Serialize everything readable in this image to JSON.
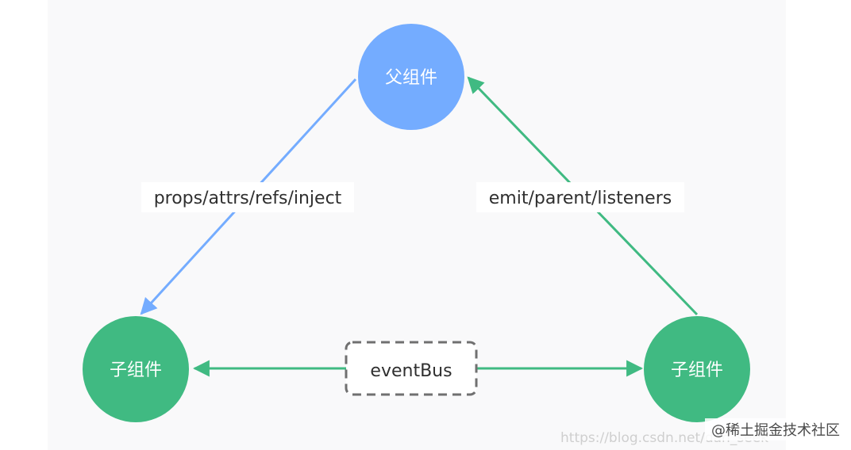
{
  "diagram": {
    "nodes": {
      "parent": {
        "label": "父组件",
        "color": "#74acff"
      },
      "child_left": {
        "label": "子组件",
        "color": "#40ba82"
      },
      "child_right": {
        "label": "子组件",
        "color": "#40ba82"
      }
    },
    "edges": {
      "parent_to_child": {
        "label": "props/attrs/refs/inject",
        "color": "#74acff"
      },
      "child_to_parent": {
        "label": "emit/parent/listeners",
        "color": "#40ba82"
      },
      "event_bus": {
        "label": "eventBus",
        "color": "#40ba82",
        "border_color": "#707070"
      }
    }
  },
  "watermark": {
    "url": "https://blog.csdn.net/dan_seek",
    "brand": "@稀土掘金技术社区"
  }
}
